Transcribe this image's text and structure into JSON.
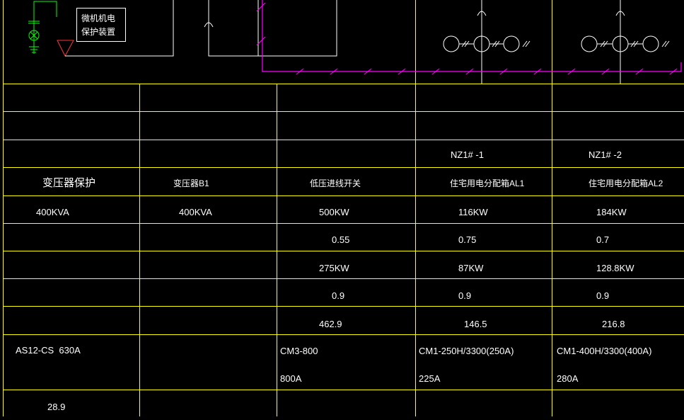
{
  "colors": {
    "grid": "#ffff00",
    "line": "#ffffff",
    "bus": "#ff00ff",
    "ground": "#00ff00",
    "text": "#ffffff",
    "background": "#000000"
  },
  "schematic": {
    "protection_box": [
      "微机机电",
      "保护装置"
    ]
  },
  "cabinets": [
    {
      "tag": "",
      "name": "变压器保护"
    },
    {
      "tag": "",
      "name": "变压器B1"
    },
    {
      "tag": "",
      "name": "低压进线开关"
    },
    {
      "tag": "NZ1# -1",
      "name": "住宅用电分配箱AL1"
    },
    {
      "tag": "NZ1# -2",
      "name": "住宅用电分配箱AL2"
    }
  ],
  "rows": [
    [
      "400KVA",
      "400KVA",
      "500KW",
      "116KW",
      "184KW"
    ],
    [
      "",
      "",
      "0.55",
      "0.75",
      "0.7"
    ],
    [
      "",
      "",
      "275KW",
      "87KW",
      "128.8KW"
    ],
    [
      "",
      "",
      "0.9",
      "0.9",
      "0.9"
    ],
    [
      "",
      "",
      "462.9",
      "146.5",
      "216.8"
    ]
  ],
  "breakers": [
    {
      "model": "AS12-CS  630A",
      "rating": ""
    },
    {
      "model": "",
      "rating": ""
    },
    {
      "model": "CM3-800",
      "rating": "800A"
    },
    {
      "model": "CM1-250H/3300(250A)",
      "rating": "225A"
    },
    {
      "model": "CM1-400H/3300(400A)",
      "rating": "280A"
    }
  ],
  "last_row": [
    "28.9",
    "",
    "",
    "",
    ""
  ]
}
